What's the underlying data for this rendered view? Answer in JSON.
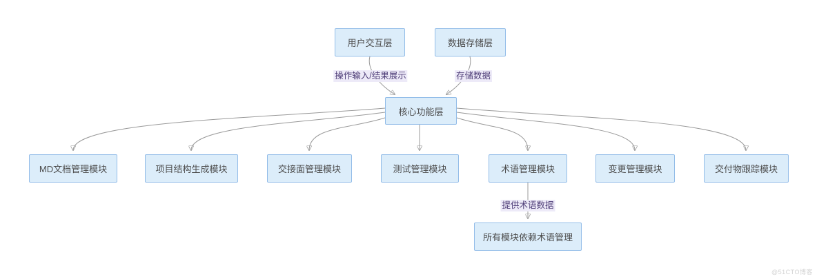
{
  "diagram": {
    "title": "module architecture flowchart",
    "colors": {
      "node_fill": "#dcedfa",
      "node_border": "#92bce8",
      "node_text": "#4c4c4c",
      "edge_line": "#999999",
      "edge_label_text": "#4f3e78",
      "edge_label_bg": "#edeaf8",
      "background": "#ffffff"
    },
    "nodes": {
      "user_layer": {
        "label": "用户交互层"
      },
      "data_layer": {
        "label": "数据存储层"
      },
      "core_layer": {
        "label": "核心功能层"
      },
      "md_module": {
        "label": "MD文档管理模块"
      },
      "project_module": {
        "label": "项目结构生成模块"
      },
      "interface_module": {
        "label": "交接面管理模块"
      },
      "test_module": {
        "label": "测试管理模块"
      },
      "term_module": {
        "label": "术语管理模块"
      },
      "change_module": {
        "label": "变更管理模块"
      },
      "delivery_module": {
        "label": "交付物跟踪模块"
      },
      "dependency_note": {
        "label": "所有模块依赖术语管理"
      }
    },
    "edge_labels": {
      "op_input": "操作输入/结果展示",
      "store_data": "存储数据",
      "provide_terms": "提供术语数据"
    },
    "edges": [
      {
        "from": "用户交互层",
        "to": "核心功能层",
        "label": "操作输入/结果展示"
      },
      {
        "from": "数据存储层",
        "to": "核心功能层",
        "label": "存储数据"
      },
      {
        "from": "核心功能层",
        "to": "MD文档管理模块",
        "label": ""
      },
      {
        "from": "核心功能层",
        "to": "项目结构生成模块",
        "label": ""
      },
      {
        "from": "核心功能层",
        "to": "交接面管理模块",
        "label": ""
      },
      {
        "from": "核心功能层",
        "to": "测试管理模块",
        "label": ""
      },
      {
        "from": "核心功能层",
        "to": "术语管理模块",
        "label": ""
      },
      {
        "from": "核心功能层",
        "to": "变更管理模块",
        "label": ""
      },
      {
        "from": "核心功能层",
        "to": "交付物跟踪模块",
        "label": ""
      },
      {
        "from": "术语管理模块",
        "to": "所有模块依赖术语管理",
        "label": "提供术语数据"
      }
    ],
    "watermark": "@51CTO博客"
  }
}
